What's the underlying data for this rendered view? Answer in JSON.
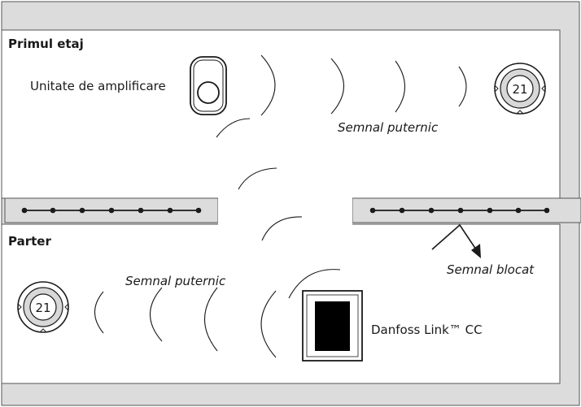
{
  "floors": {
    "upper": {
      "label": "Primul etaj"
    },
    "ground": {
      "label": "Parter"
    }
  },
  "devices": {
    "amplifier": {
      "label": "Unitate de amplificare"
    },
    "thermostat_upper": {
      "value": "21"
    },
    "thermostat_ground": {
      "value": "21"
    },
    "controller": {
      "label": "Danfoss Link™ CC"
    }
  },
  "signals": {
    "strong_upper": "Semnal puternic",
    "strong_ground": "Semnal puternic",
    "blocked": "Semnal blocat"
  },
  "colors": {
    "wall_fill": "#dcdcdc",
    "line": "#1a1a1a",
    "background": "#ffffff"
  }
}
